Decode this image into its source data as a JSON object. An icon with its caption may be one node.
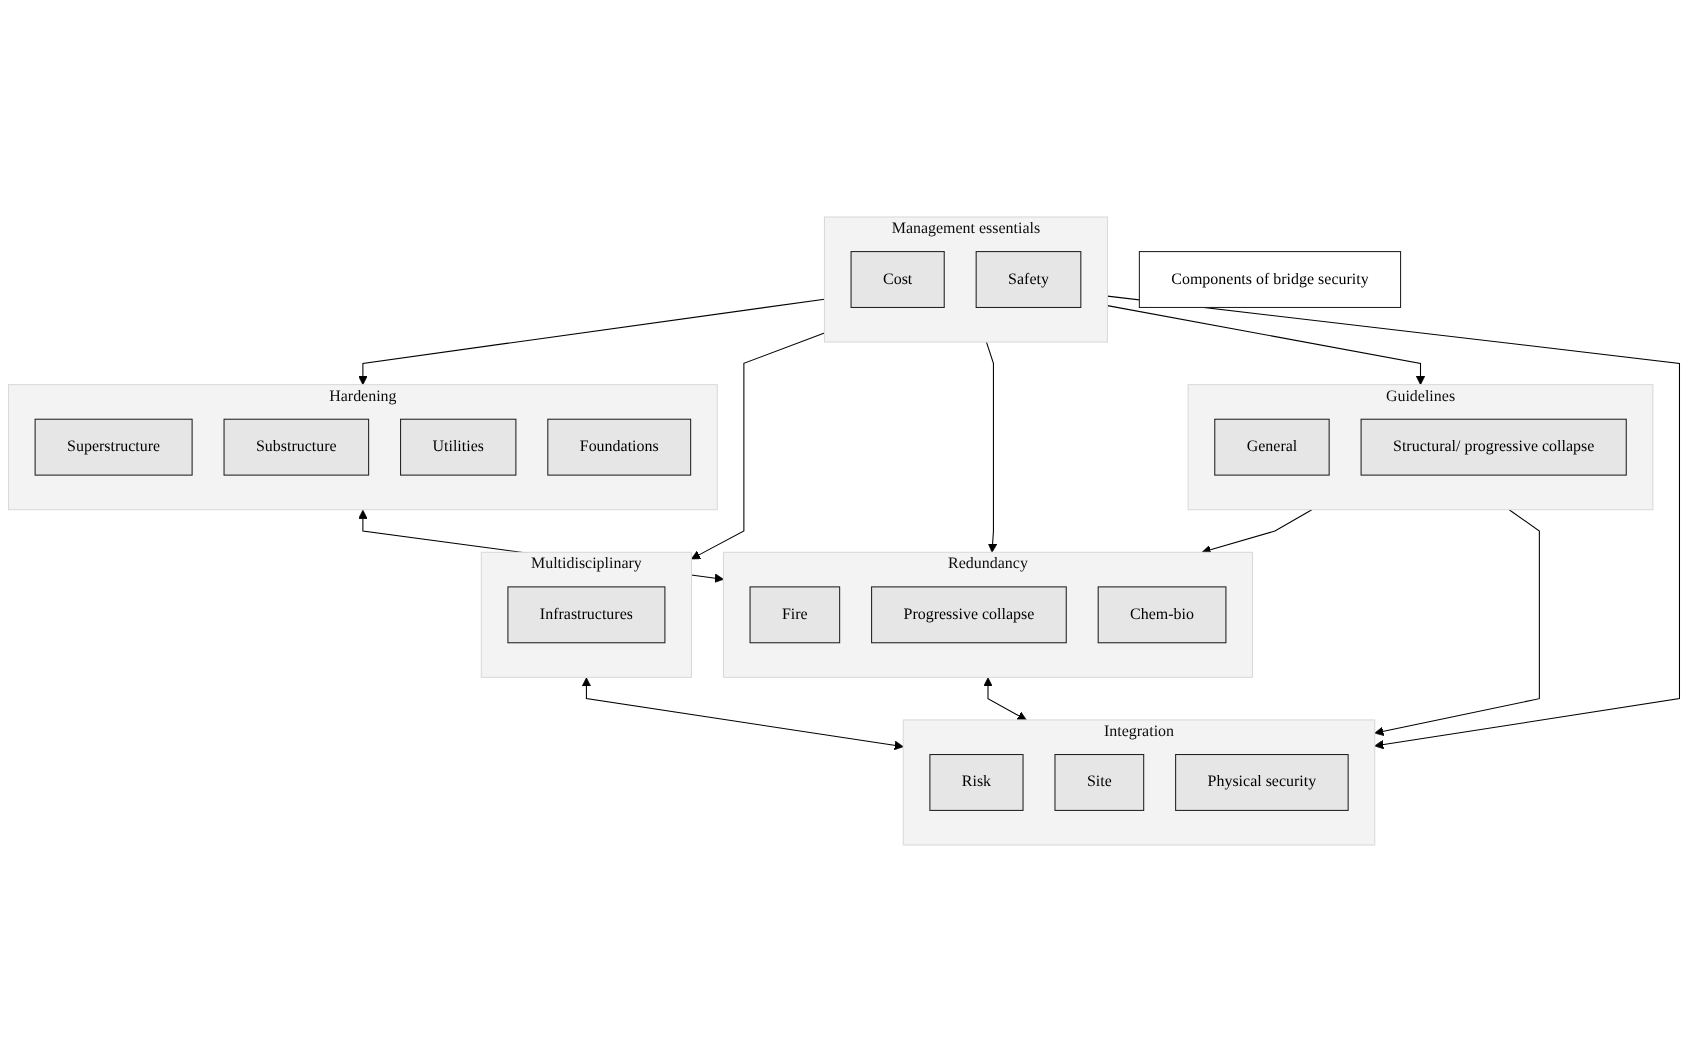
{
  "diagram": {
    "nodes": [
      {
        "text": [
          "Components of bridge security"
        ]
      },
      {
        "text": [
          "Hardening"
        ]
      },
      {
        "text": [
          "Superstructure"
        ],
        "in": 1
      },
      {
        "text": [
          "Substructure"
        ],
        "in": 1
      },
      {
        "text": [
          "Utilities"
        ],
        "in": 1
      },
      {
        "text": [
          "Foundations"
        ],
        "in": 1
      },
      {
        "text": [
          "Management essentials"
        ]
      },
      {
        "text": [
          "Cost"
        ],
        "in": 6
      },
      {
        "text": [
          "Safety"
        ],
        "in": 6
      },
      {
        "text": [
          "Multidisciplinary"
        ]
      },
      {
        "text": [
          "Infrastructures"
        ],
        "in": 9
      },
      {
        "text": [
          "Redundancy"
        ]
      },
      {
        "text": [
          "Fire"
        ],
        "in": 11
      },
      {
        "text": [
          "Progressive collapse"
        ],
        "in": 11
      },
      {
        "text": [
          "Chem-bio"
        ],
        "in": 11
      },
      {
        "text": [
          "Guidelines"
        ]
      },
      {
        "text": [
          "General"
        ],
        "in": 15
      },
      {
        "text": [
          "Structural/ progressive collapse"
        ],
        "in": 15
      },
      {
        "text": [
          "Integration"
        ]
      },
      {
        "text": [
          "Risk"
        ],
        "in": 18
      },
      {
        "text": [
          "Site"
        ],
        "in": 18
      },
      {
        "text": [
          "Physical security"
        ],
        "in": 18
      }
    ],
    "edges": [
      {
        "from": 6,
        "to": 1,
        "arrow": "to"
      },
      {
        "from": 6,
        "to": 9,
        "arrow": "to"
      },
      {
        "from": 6,
        "to": 11,
        "arrow": "to"
      },
      {
        "from": 6,
        "to": 15,
        "arrow": "to"
      },
      {
        "from": 6,
        "to": 18,
        "arrow": "to"
      },
      {
        "from": 1,
        "to": 11,
        "arrow": "both"
      },
      {
        "from": 9,
        "to": 18,
        "arrow": "both"
      },
      {
        "from": 15,
        "to": 11,
        "arrow": "to"
      },
      {
        "from": 15,
        "to": 18,
        "arrow": "to"
      },
      {
        "from": 11,
        "to": 18,
        "arrow": "both"
      }
    ]
  }
}
